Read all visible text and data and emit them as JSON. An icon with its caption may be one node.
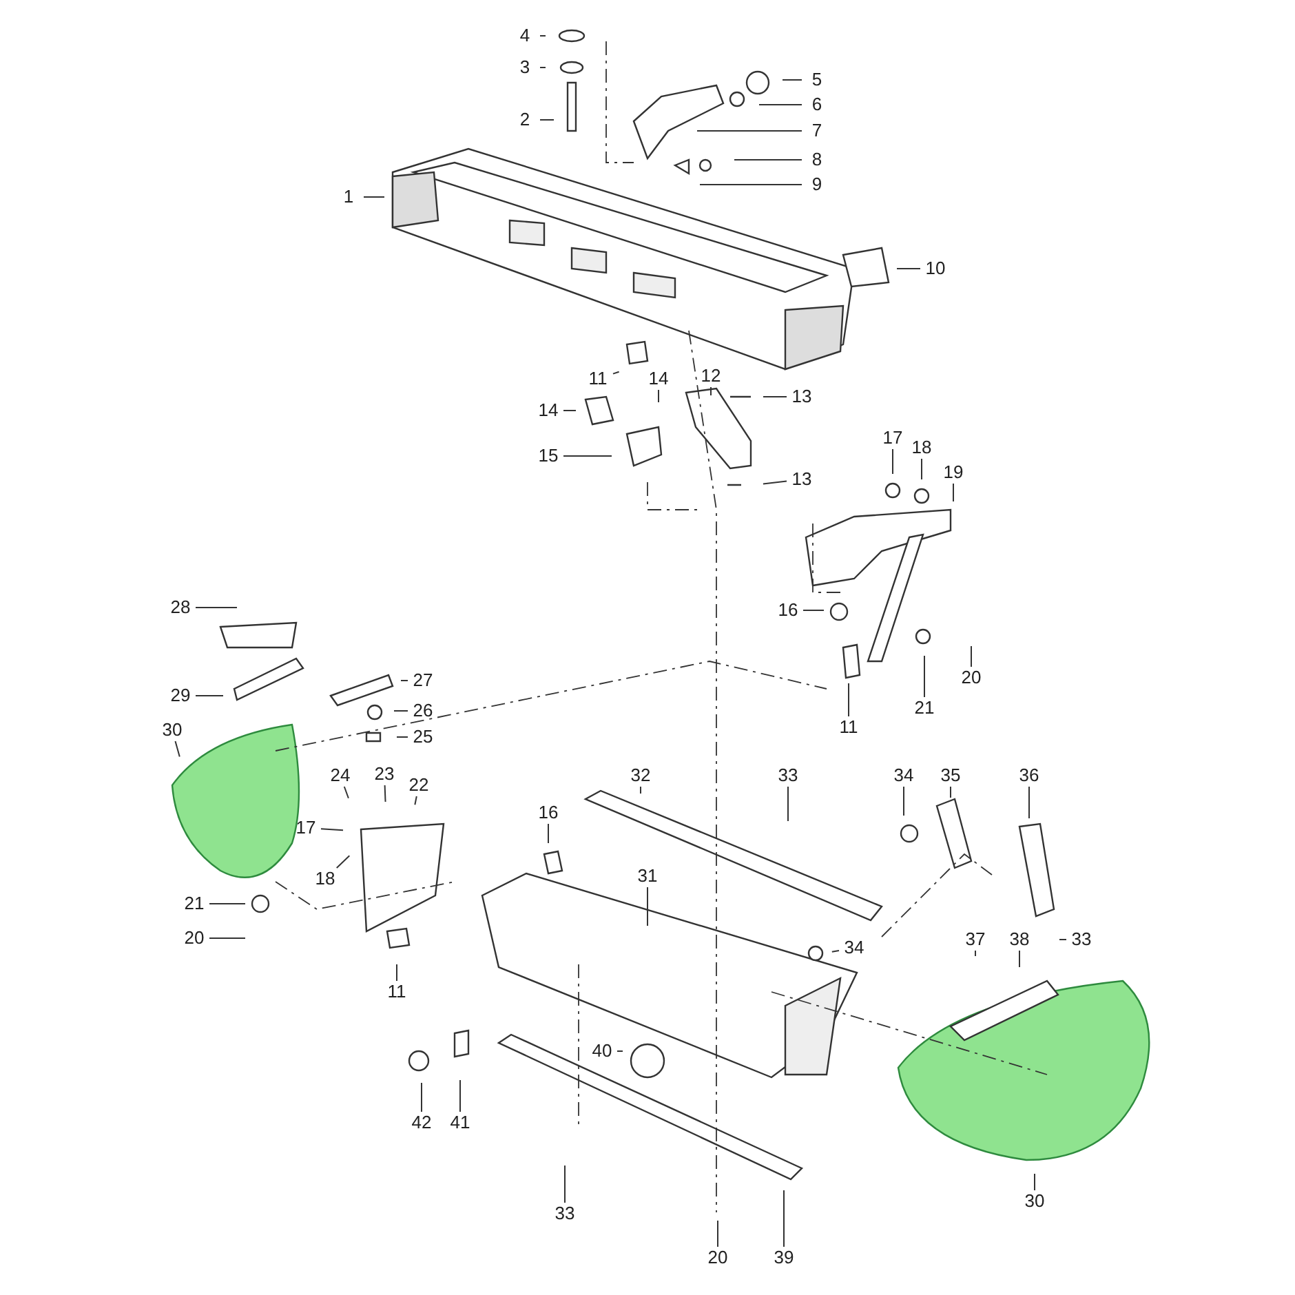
{
  "diagram": {
    "nodes": [
      {
        "text": [
          "1"
        ]
      },
      {
        "text": [
          "2"
        ]
      },
      {
        "text": [
          "3"
        ]
      },
      {
        "text": [
          "4"
        ]
      },
      {
        "text": [
          "5"
        ]
      },
      {
        "text": [
          "6"
        ]
      },
      {
        "text": [
          "7"
        ]
      },
      {
        "text": [
          "8"
        ]
      },
      {
        "text": [
          "9"
        ]
      },
      {
        "text": [
          "10"
        ]
      },
      {
        "text": [
          "11"
        ]
      },
      {
        "text": [
          "12"
        ]
      },
      {
        "text": [
          "13"
        ]
      },
      {
        "text": [
          "13"
        ]
      },
      {
        "text": [
          "14"
        ]
      },
      {
        "text": [
          "14"
        ]
      },
      {
        "text": [
          "15"
        ]
      },
      {
        "text": [
          "16"
        ]
      },
      {
        "text": [
          "17"
        ]
      },
      {
        "text": [
          "18"
        ]
      },
      {
        "text": [
          "19"
        ]
      },
      {
        "text": [
          "20"
        ]
      },
      {
        "text": [
          "21"
        ]
      },
      {
        "text": [
          "11"
        ]
      },
      {
        "text": [
          "27"
        ]
      },
      {
        "text": [
          "26"
        ]
      },
      {
        "text": [
          "25"
        ]
      },
      {
        "text": [
          "28"
        ]
      },
      {
        "text": [
          "29"
        ]
      },
      {
        "text": [
          "30"
        ]
      },
      {
        "text": [
          "24"
        ]
      },
      {
        "text": [
          "23"
        ]
      },
      {
        "text": [
          "22"
        ]
      },
      {
        "text": [
          "17"
        ]
      },
      {
        "text": [
          "18"
        ]
      },
      {
        "text": [
          "16"
        ]
      },
      {
        "text": [
          "21"
        ]
      },
      {
        "text": [
          "20"
        ]
      },
      {
        "text": [
          "11"
        ]
      },
      {
        "text": [
          "32"
        ]
      },
      {
        "text": [
          "33"
        ]
      },
      {
        "text": [
          "34"
        ]
      },
      {
        "text": [
          "35"
        ]
      },
      {
        "text": [
          "36"
        ]
      },
      {
        "text": [
          "31"
        ]
      },
      {
        "text": [
          "34"
        ]
      },
      {
        "text": [
          "37"
        ]
      },
      {
        "text": [
          "38"
        ]
      },
      {
        "text": [
          "33"
        ]
      },
      {
        "text": [
          "40"
        ]
      },
      {
        "text": [
          "42"
        ]
      },
      {
        "text": [
          "41"
        ]
      },
      {
        "text": [
          "33"
        ]
      },
      {
        "text": [
          "20"
        ]
      },
      {
        "text": [
          "39"
        ]
      },
      {
        "text": [
          "30"
        ]
      }
    ],
    "edges": [
      {
        "from": 0,
        "to": null,
        "arrow": "none"
      },
      {
        "from": 1,
        "to": null,
        "arrow": "none"
      },
      {
        "from": 2,
        "to": null,
        "arrow": "none"
      },
      {
        "from": 3,
        "to": null,
        "arrow": "none"
      },
      {
        "from": 4,
        "to": null,
        "arrow": "none"
      },
      {
        "from": 5,
        "to": null,
        "arrow": "none"
      },
      {
        "from": 6,
        "to": null,
        "arrow": "none"
      },
      {
        "from": 7,
        "to": null,
        "arrow": "none"
      },
      {
        "from": 8,
        "to": null,
        "arrow": "none"
      },
      {
        "from": 9,
        "to": null,
        "arrow": "none"
      },
      {
        "from": 10,
        "to": null,
        "arrow": "none"
      },
      {
        "from": 11,
        "to": null,
        "arrow": "none"
      },
      {
        "from": 12,
        "to": null,
        "arrow": "none"
      },
      {
        "from": 13,
        "to": null,
        "arrow": "none"
      },
      {
        "from": 14,
        "to": null,
        "arrow": "none"
      },
      {
        "from": 15,
        "to": null,
        "arrow": "none"
      },
      {
        "from": 16,
        "to": null,
        "arrow": "none"
      },
      {
        "from": 17,
        "to": null,
        "arrow": "none"
      },
      {
        "from": 18,
        "to": null,
        "arrow": "none"
      },
      {
        "from": 19,
        "to": null,
        "arrow": "none"
      },
      {
        "from": 20,
        "to": null,
        "arrow": "none"
      },
      {
        "from": 21,
        "to": null,
        "arrow": "none"
      },
      {
        "from": 22,
        "to": null,
        "arrow": "none"
      },
      {
        "from": 23,
        "to": null,
        "arrow": "none"
      },
      {
        "from": 24,
        "to": null,
        "arrow": "none"
      },
      {
        "from": 25,
        "to": null,
        "arrow": "none"
      },
      {
        "from": 26,
        "to": null,
        "arrow": "none"
      },
      {
        "from": 27,
        "to": null,
        "arrow": "none"
      },
      {
        "from": 28,
        "to": null,
        "arrow": "none"
      },
      {
        "from": 29,
        "to": null,
        "arrow": "none"
      },
      {
        "from": 30,
        "to": null,
        "arrow": "none"
      },
      {
        "from": 31,
        "to": null,
        "arrow": "none"
      },
      {
        "from": 32,
        "to": null,
        "arrow": "none"
      },
      {
        "from": 33,
        "to": null,
        "arrow": "none"
      },
      {
        "from": 34,
        "to": null,
        "arrow": "none"
      },
      {
        "from": 35,
        "to": null,
        "arrow": "none"
      },
      {
        "from": 36,
        "to": null,
        "arrow": "none"
      },
      {
        "from": 37,
        "to": null,
        "arrow": "none"
      },
      {
        "from": 38,
        "to": null,
        "arrow": "none"
      },
      {
        "from": 39,
        "to": null,
        "arrow": "none"
      },
      {
        "from": 40,
        "to": null,
        "arrow": "none"
      },
      {
        "from": 41,
        "to": null,
        "arrow": "none"
      },
      {
        "from": 42,
        "to": null,
        "arrow": "none"
      },
      {
        "from": 43,
        "to": null,
        "arrow": "none"
      },
      {
        "from": 44,
        "to": null,
        "arrow": "none"
      },
      {
        "from": 45,
        "to": null,
        "arrow": "none"
      },
      {
        "from": 46,
        "to": null,
        "arrow": "none"
      },
      {
        "from": 47,
        "to": null,
        "arrow": "none"
      },
      {
        "from": 48,
        "to": null,
        "arrow": "none"
      },
      {
        "from": 49,
        "to": null,
        "arrow": "none"
      },
      {
        "from": 50,
        "to": null,
        "arrow": "none"
      },
      {
        "from": 51,
        "to": null,
        "arrow": "none"
      },
      {
        "from": 52,
        "to": null,
        "arrow": "none"
      },
      {
        "from": 53,
        "to": null,
        "arrow": "none"
      },
      {
        "from": 54,
        "to": null,
        "arrow": "none"
      },
      {
        "from": 55,
        "to": null,
        "arrow": "none"
      }
    ]
  }
}
